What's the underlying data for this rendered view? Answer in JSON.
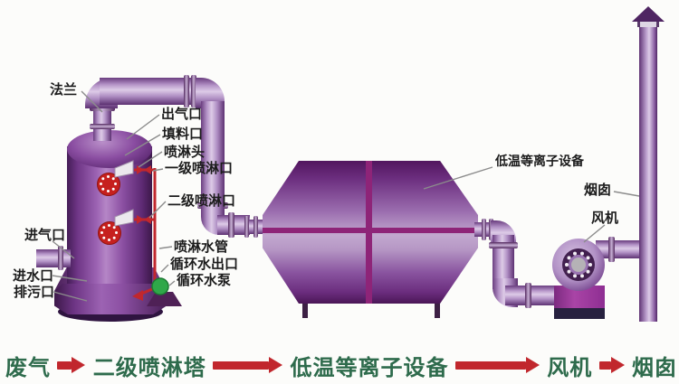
{
  "callouts": {
    "flange": "法兰",
    "gas_outlet": "出气口",
    "filler_port": "填料口",
    "spray_head": "喷淋头",
    "spray_port_1": "一级喷淋口",
    "spray_port_2": "二级喷淋口",
    "gas_inlet": "进气口",
    "water_inlet": "进水口",
    "drain_outlet": "排污口",
    "spray_water_pipe": "喷淋水管",
    "circ_water_outlet": "循环水出口",
    "circ_water_pump": "循环水泵",
    "plasma_device": "低温等离子设备",
    "chimney": "烟囱",
    "fan": "风机"
  },
  "flow": {
    "steps": [
      "废气",
      "二级喷淋塔",
      "低温等离子设备",
      "风机",
      "烟囱"
    ]
  },
  "colors": {
    "equipment_purple": "#7b3f92",
    "pipe_lavender": "#b99ccb",
    "divider_magenta": "#8e2478",
    "plumbing_red": "#c1272d",
    "pump_green": "#2fa849",
    "flow_text_green": "#2e6b4c",
    "flow_arrow_red": "#c1272d",
    "label_text": "#1c1c1c"
  }
}
